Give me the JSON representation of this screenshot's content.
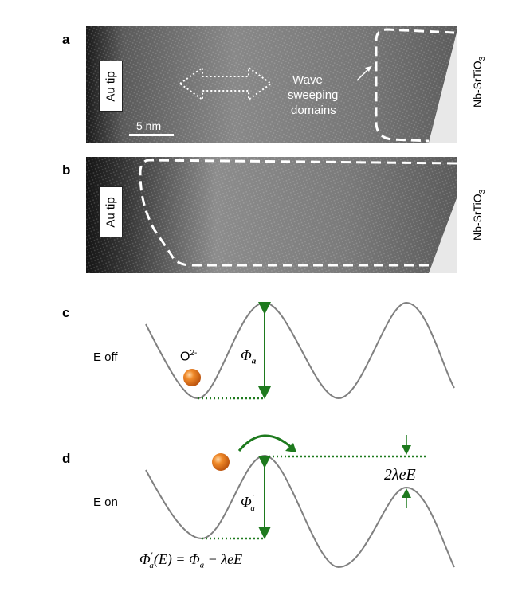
{
  "panels": {
    "a": {
      "letter": "a",
      "tip_label": "Au tip",
      "substrate_label": "Nb-SrTiO",
      "substrate_sub": "3",
      "scale_bar": "5 nm",
      "annotation": [
        "Wave",
        "sweeping",
        "domains"
      ]
    },
    "b": {
      "letter": "b",
      "tip_label": "Au tip",
      "substrate_label": "Nb-SrTiO",
      "substrate_sub": "3"
    },
    "c": {
      "letter": "c",
      "state": "E off",
      "ion": "O",
      "ion_charge": "2-",
      "barrier": "Φ",
      "barrier_sub": "a"
    },
    "d": {
      "letter": "d",
      "state": "E on",
      "barrier": "Φ",
      "barrier_prime": "′",
      "barrier_sub": "a",
      "shift": "2λeE",
      "equation": "Φ′a(E) = Φa − λeE",
      "equation_parts": {
        "lhs_sym": "Φ",
        "lhs_prime": "′",
        "lhs_sub": "a",
        "lhs_arg": "(E) = ",
        "rhs_sym": "Φ",
        "rhs_sub": "a",
        "rhs_tail": " − λeE"
      }
    }
  },
  "colors": {
    "curve": "#808080",
    "arrow_green": "#1e7a1e",
    "ion_orange": "#e8731a",
    "tem_dark": "#3a3a3a",
    "tem_light": "#9a9a9a"
  }
}
